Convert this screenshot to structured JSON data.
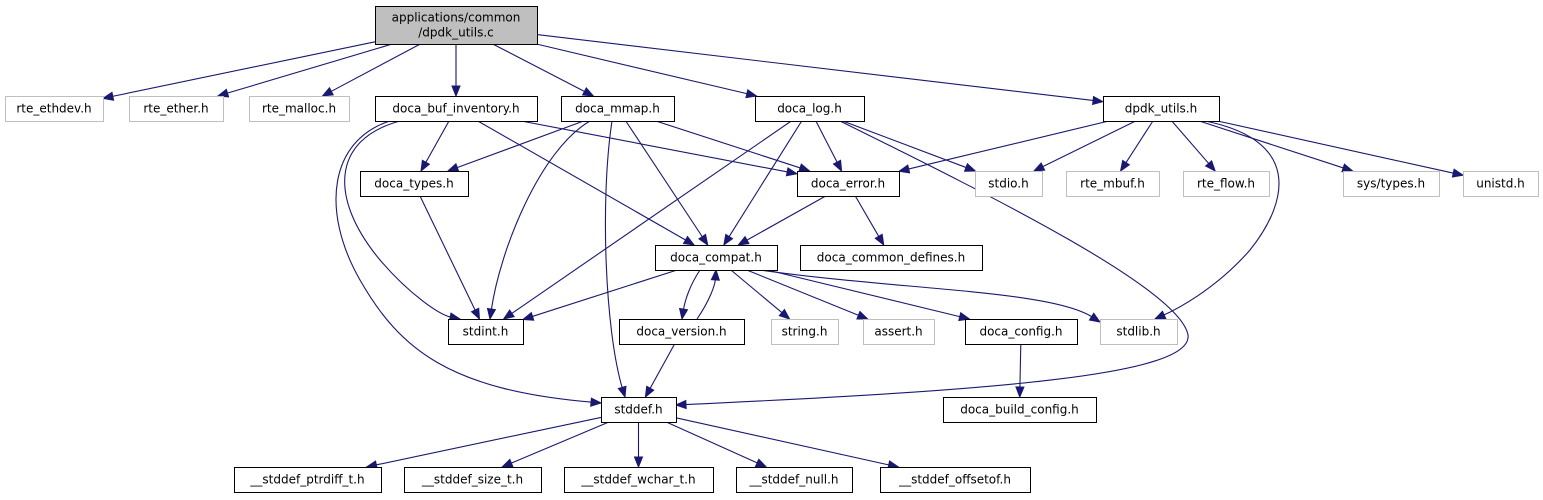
{
  "title": "applications/common/dpdk_utils.c include dependency graph",
  "colors": {
    "edge": "#191970",
    "documented_border": "#000000",
    "external_border": "#bfbfbf",
    "root_fill": "#bfbfbf"
  },
  "nodes": [
    {
      "id": "root",
      "label_lines": [
        "applications/common",
        "/dpdk_utils.c"
      ],
      "kind": "root"
    },
    {
      "id": "rte_ethdev",
      "label_lines": [
        "rte_ethdev.h"
      ],
      "kind": "external"
    },
    {
      "id": "rte_ether",
      "label_lines": [
        "rte_ether.h"
      ],
      "kind": "external"
    },
    {
      "id": "rte_malloc",
      "label_lines": [
        "rte_malloc.h"
      ],
      "kind": "external"
    },
    {
      "id": "doca_buf_inventory",
      "label_lines": [
        "doca_buf_inventory.h"
      ],
      "kind": "documented"
    },
    {
      "id": "doca_mmap",
      "label_lines": [
        "doca_mmap.h"
      ],
      "kind": "documented"
    },
    {
      "id": "doca_log",
      "label_lines": [
        "doca_log.h"
      ],
      "kind": "documented"
    },
    {
      "id": "dpdk_utils_h",
      "label_lines": [
        "dpdk_utils.h"
      ],
      "kind": "documented"
    },
    {
      "id": "doca_types",
      "label_lines": [
        "doca_types.h"
      ],
      "kind": "documented"
    },
    {
      "id": "doca_error",
      "label_lines": [
        "doca_error.h"
      ],
      "kind": "documented"
    },
    {
      "id": "stdio",
      "label_lines": [
        "stdio.h"
      ],
      "kind": "external"
    },
    {
      "id": "rte_mbuf",
      "label_lines": [
        "rte_mbuf.h"
      ],
      "kind": "external"
    },
    {
      "id": "rte_flow",
      "label_lines": [
        "rte_flow.h"
      ],
      "kind": "external"
    },
    {
      "id": "sys_types",
      "label_lines": [
        "sys/types.h"
      ],
      "kind": "external"
    },
    {
      "id": "unistd",
      "label_lines": [
        "unistd.h"
      ],
      "kind": "external"
    },
    {
      "id": "doca_compat",
      "label_lines": [
        "doca_compat.h"
      ],
      "kind": "documented"
    },
    {
      "id": "doca_common_defines",
      "label_lines": [
        "doca_common_defines.h"
      ],
      "kind": "documented"
    },
    {
      "id": "stdint",
      "label_lines": [
        "stdint.h"
      ],
      "kind": "documented"
    },
    {
      "id": "doca_version",
      "label_lines": [
        "doca_version.h"
      ],
      "kind": "documented"
    },
    {
      "id": "string",
      "label_lines": [
        "string.h"
      ],
      "kind": "external"
    },
    {
      "id": "assert",
      "label_lines": [
        "assert.h"
      ],
      "kind": "external"
    },
    {
      "id": "doca_config",
      "label_lines": [
        "doca_config.h"
      ],
      "kind": "documented"
    },
    {
      "id": "stdlib",
      "label_lines": [
        "stdlib.h"
      ],
      "kind": "external"
    },
    {
      "id": "stddef",
      "label_lines": [
        "stddef.h"
      ],
      "kind": "documented"
    },
    {
      "id": "doca_build_config",
      "label_lines": [
        "doca_build_config.h"
      ],
      "kind": "documented"
    },
    {
      "id": "stddef_ptrdiff",
      "label_lines": [
        "__stddef_ptrdiff_t.h"
      ],
      "kind": "documented"
    },
    {
      "id": "stddef_size",
      "label_lines": [
        "__stddef_size_t.h"
      ],
      "kind": "documented"
    },
    {
      "id": "stddef_wchar",
      "label_lines": [
        "__stddef_wchar_t.h"
      ],
      "kind": "documented"
    },
    {
      "id": "stddef_null",
      "label_lines": [
        "__stddef_null.h"
      ],
      "kind": "documented"
    },
    {
      "id": "stddef_offsetof",
      "label_lines": [
        "__stddef_offsetof.h"
      ],
      "kind": "documented"
    }
  ],
  "edges": [
    [
      "root",
      "rte_ethdev"
    ],
    [
      "root",
      "rte_ether"
    ],
    [
      "root",
      "rte_malloc"
    ],
    [
      "root",
      "doca_buf_inventory"
    ],
    [
      "root",
      "doca_mmap"
    ],
    [
      "root",
      "doca_log"
    ],
    [
      "root",
      "dpdk_utils_h"
    ],
    [
      "doca_buf_inventory",
      "doca_types"
    ],
    [
      "doca_buf_inventory",
      "doca_error"
    ],
    [
      "doca_buf_inventory",
      "doca_compat"
    ],
    [
      "doca_buf_inventory",
      "stdint"
    ],
    [
      "doca_buf_inventory",
      "stddef"
    ],
    [
      "doca_mmap",
      "doca_types"
    ],
    [
      "doca_mmap",
      "doca_error"
    ],
    [
      "doca_mmap",
      "doca_compat"
    ],
    [
      "doca_mmap",
      "stdint"
    ],
    [
      "doca_mmap",
      "stddef"
    ],
    [
      "doca_log",
      "doca_error"
    ],
    [
      "doca_log",
      "doca_compat"
    ],
    [
      "doca_log",
      "stdint"
    ],
    [
      "doca_log",
      "stdio"
    ],
    [
      "doca_log",
      "stddef"
    ],
    [
      "dpdk_utils_h",
      "doca_error"
    ],
    [
      "dpdk_utils_h",
      "stdio"
    ],
    [
      "dpdk_utils_h",
      "rte_mbuf"
    ],
    [
      "dpdk_utils_h",
      "rte_flow"
    ],
    [
      "dpdk_utils_h",
      "stdlib"
    ],
    [
      "dpdk_utils_h",
      "sys_types"
    ],
    [
      "dpdk_utils_h",
      "unistd"
    ],
    [
      "doca_types",
      "stdint"
    ],
    [
      "doca_error",
      "doca_compat"
    ],
    [
      "doca_error",
      "doca_common_defines"
    ],
    [
      "doca_compat",
      "stdint"
    ],
    [
      "doca_compat",
      "doca_version"
    ],
    [
      "doca_compat",
      "string"
    ],
    [
      "doca_compat",
      "assert"
    ],
    [
      "doca_compat",
      "doca_config"
    ],
    [
      "doca_compat",
      "stdlib"
    ],
    [
      "doca_version",
      "doca_compat"
    ],
    [
      "doca_version",
      "stddef"
    ],
    [
      "doca_config",
      "doca_build_config"
    ],
    [
      "stddef",
      "stddef_ptrdiff"
    ],
    [
      "stddef",
      "stddef_size"
    ],
    [
      "stddef",
      "stddef_wchar"
    ],
    [
      "stddef",
      "stddef_null"
    ],
    [
      "stddef",
      "stddef_offsetof"
    ]
  ]
}
